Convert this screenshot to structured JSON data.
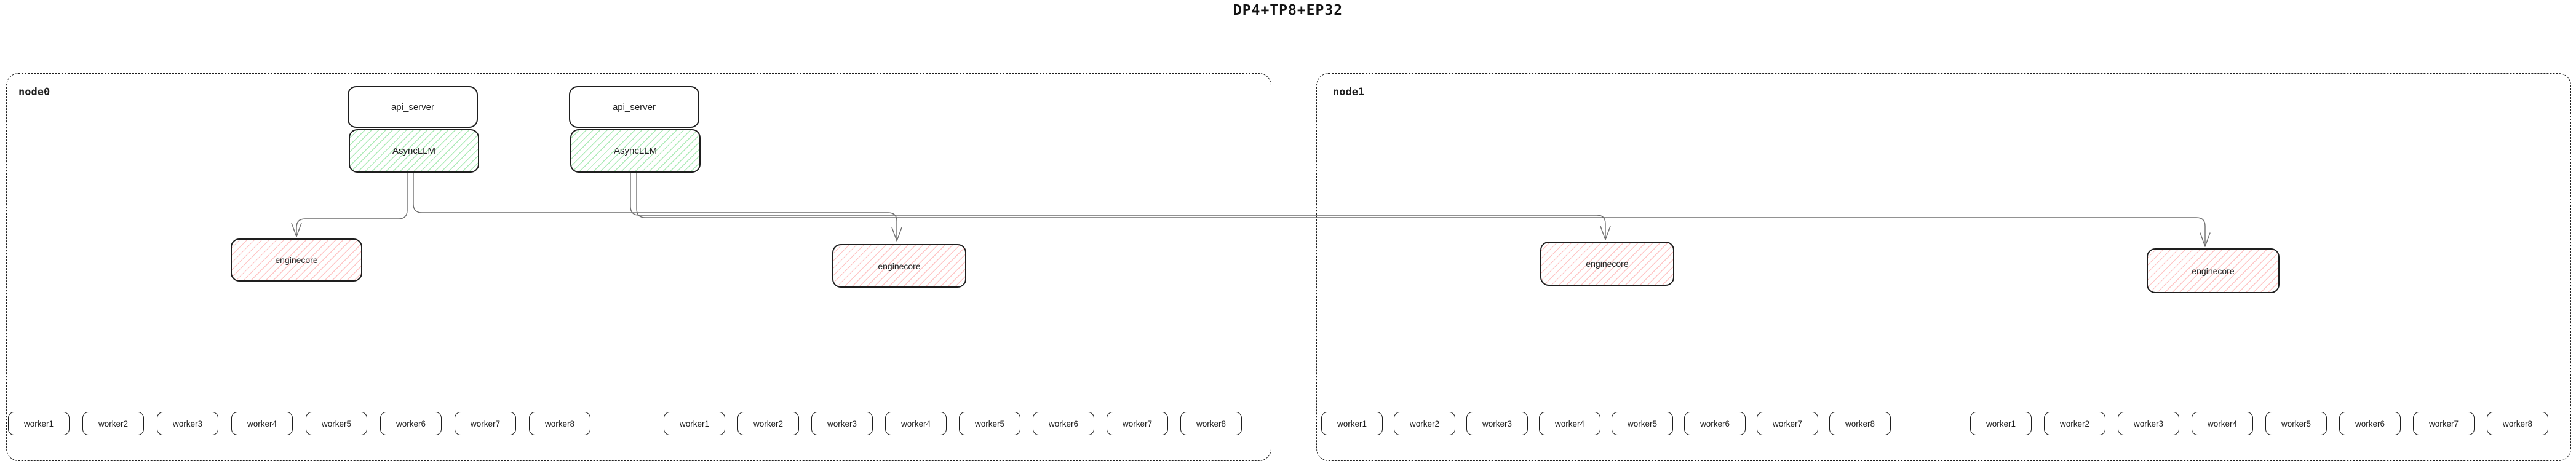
{
  "title": "DP4+TP8+EP32",
  "colors": {
    "box_border": "#1e1e1e",
    "green_hatch": "#69db7c",
    "pink_hatch": "#ff6e6e",
    "connector": "#6e6e6e",
    "background": "#ffffff"
  },
  "nodes": [
    {
      "label": "node0",
      "api_stacks": [
        {
          "api_server": "api_server",
          "asyncllm": "AsyncLLM"
        },
        {
          "api_server": "api_server",
          "asyncllm": "AsyncLLM"
        }
      ],
      "enginecores": [
        "enginecore",
        "enginecore"
      ],
      "worker_groups": [
        [
          "worker1",
          "worker2",
          "worker3",
          "worker4",
          "worker5",
          "worker6",
          "worker7",
          "worker8"
        ],
        [
          "worker1",
          "worker2",
          "worker3",
          "worker4",
          "worker5",
          "worker6",
          "worker7",
          "worker8"
        ]
      ]
    },
    {
      "label": "node1",
      "enginecores": [
        "enginecore",
        "enginecore"
      ],
      "worker_groups": [
        [
          "worker1",
          "worker2",
          "worker3",
          "worker4",
          "worker5",
          "worker6",
          "worker7",
          "worker8"
        ],
        [
          "worker1",
          "worker2",
          "worker3",
          "worker4",
          "worker5",
          "worker6",
          "worker7",
          "worker8"
        ]
      ]
    }
  ]
}
